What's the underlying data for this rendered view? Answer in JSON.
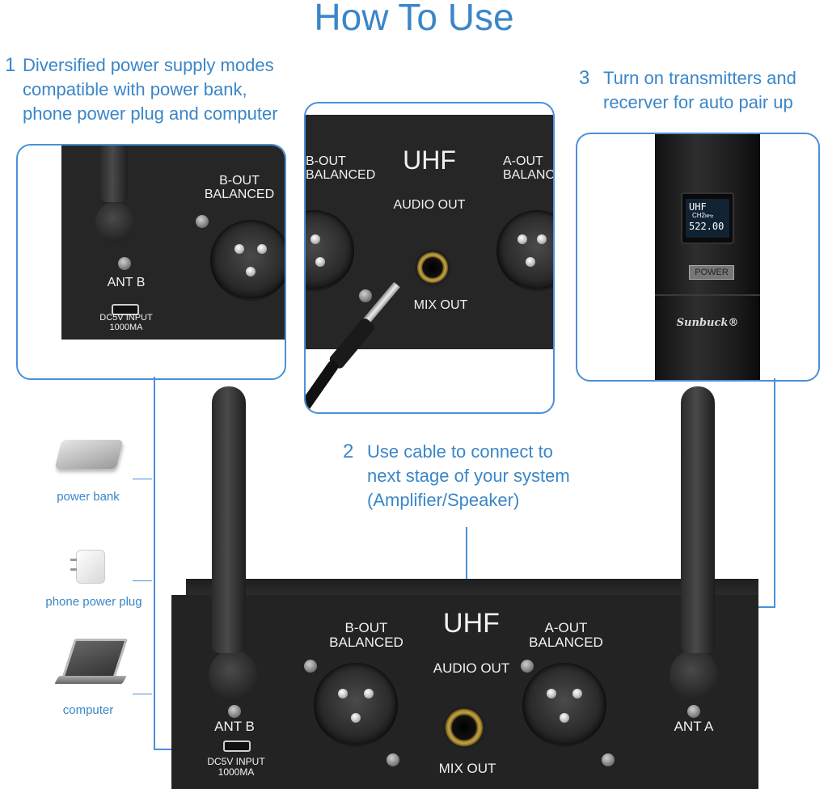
{
  "title": "How To Use",
  "steps": [
    {
      "num": "1",
      "lines": [
        "Diversified power supply modes",
        "compatible with power bank,",
        "phone power plug and computer"
      ]
    },
    {
      "num": "2",
      "lines": [
        "Use cable to connect to",
        "next stage of your system",
        "(Amplifier/Speaker)"
      ]
    },
    {
      "num": "3",
      "lines": [
        "Turn on  transmitters and",
        "recerver for auto pair up"
      ]
    }
  ],
  "devices": [
    "power bank",
    "phone power plug",
    "computer"
  ],
  "receiver": {
    "brand_label": "UHF",
    "b_out": [
      "B-OUT",
      "BALANCED"
    ],
    "a_out": [
      "A-OUT",
      "BALANCED"
    ],
    "b_out_cropped": [
      "B-OUT",
      "BALANCED"
    ],
    "a_out_cropped": [
      "A-OUT",
      "BALANCED"
    ],
    "audio_out": "AUDIO OUT",
    "mix_out": "MIX OUT",
    "ant_b": "ANT B",
    "ant_a": "ANT A",
    "dc_input": [
      "DC5V INPUT",
      "1000MA"
    ]
  },
  "mic": {
    "display_line1": "UHF",
    "display_line2": "CH2",
    "display_unit": "MHz",
    "display_freq": "522.00",
    "power_label": "POWER",
    "brand": "Sunbuck®"
  },
  "colors": {
    "accent": "#3a86c8",
    "panel": "#262626",
    "gold": "#c7a64a"
  }
}
